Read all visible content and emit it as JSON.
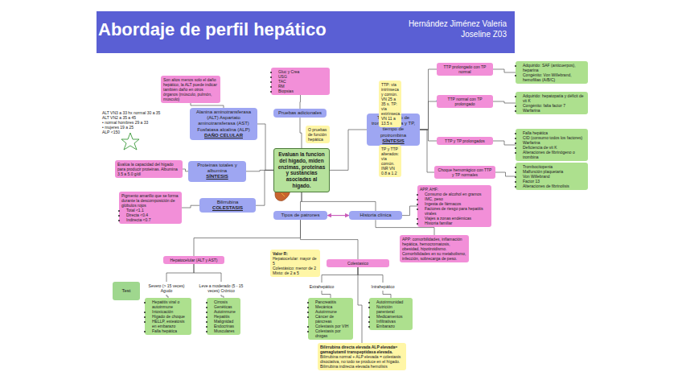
{
  "diagram": {
    "title": "Abordaje de perfil hepático",
    "nodes": [
      {
        "text": [
          "Evaluan la funcion del hígado, miden enzimas, proteinas y sustancias asociadas al higado."
        ]
      },
      {
        "text": [
          "Pruebas adicionales"
        ]
      },
      {
        "text": [
          "Gluc y Crea",
          "USG",
          "TAC",
          "RM",
          "Biopsias"
        ]
      },
      {
        "text": [
          "O pruebas de función hepática"
        ]
      },
      {
        "text": [
          "Alanina aminotransferasa (ALT) Aspartato aminotransferasa (AST) Fosfatasa alcalina (ALP)",
          "DAÑO CELULAR"
        ]
      },
      {
        "text": [
          "Son altos menos solo el daño hepático, la ALT puede indicar también daño en otros órganos (músculo, pulmón, músculo)"
        ]
      },
      {
        "text": [
          "Proteinas totales y albumina",
          "SÍNTESIS"
        ]
      },
      {
        "text": [
          "Evalúa la capacidad del hígado para producir proteinas. Albumina 3.5 a 5.0 g/dl"
        ]
      },
      {
        "text": [
          "Bilirrubina",
          "COLESTASIS"
        ]
      },
      {
        "text": [
          "Pigmento amarillo que se forma durante la descomposición de glóbulos rojos",
          "Total <1.1",
          "Directa <0.4",
          "Indirecta <0.7"
        ]
      },
      {
        "text": [
          "Tipos de patrones"
        ]
      },
      {
        "text": [
          "TTP, tiempo de tromboplastina y TP, tiempo de protrombina",
          "SÍNTESIS"
        ]
      },
      {
        "text": [
          "TTP: vía intrínseca y común. VN 25 a 35 s. TP: vía extrínseca. VN 11 a 13.5 s"
        ]
      },
      {
        "text": [
          "TTP prolongado con TP normal"
        ]
      },
      {
        "text": [
          "Adquirido: SAF (anticuerpos), heparina",
          "Congénito: Von Willebrand, hemofilias (A/B/C)"
        ]
      },
      {
        "text": [
          "TTP normal con TP prolongado"
        ]
      },
      {
        "text": [
          "Adquirido: hepatopatía y déficit de vit K",
          "Congénito: falta factor 7",
          "Warfarina"
        ]
      },
      {
        "text": [
          "TP y TTP alterados: vía común. INR VN 0.8 a 1.2"
        ]
      },
      {
        "text": [
          "TTP y TP prolongados"
        ]
      },
      {
        "text": [
          "Falla hepática",
          "CID (consumo todos los factores)",
          "Warfarina",
          "Deficiencia de vit K",
          "Alteraciones de fibrinógeno o trombina"
        ]
      },
      {
        "text": [
          "Choque hemorrágico con TTP y TP normales"
        ]
      },
      {
        "text": [
          "Trombocitopenia",
          "Malfunción plaquetaria",
          "Von Willebrand",
          "Factor 13",
          "Alteraciones de fibrinolisis"
        ]
      },
      {
        "text": [
          "Historia clínica"
        ]
      },
      {
        "text": [
          "APP, AHF:",
          "Consumo de alcohol en gramos",
          "IMC, peso",
          "Ingesta de fármacos",
          "Factores de riesgo para hepatitis virales",
          "Viajes a zonas endémicas",
          "Historia familiar"
        ]
      },
      {
        "text": [
          "APP: comorbilidades, inflamación hepática, hemocromatosis, obesidad, hipotiroidismo. Comorbilidades en su metabolismo, infección, sobrecarga de peso."
        ]
      },
      {
        "text": [
          "Valor R:",
          "Hepatocelular: mayor de 5",
          "Colestásico: menor de 2",
          "Mixto: de 2 a 5"
        ]
      },
      {
        "text": [
          "Hepatocelular (ALT y AST)"
        ]
      },
      {
        "text": [
          "Colestasico"
        ]
      },
      {
        "text": [
          "Test"
        ]
      },
      {
        "text": [
          "Severo (> 15 veces) Agudo"
        ]
      },
      {
        "text": [
          "Leve a moderado (5 - 15 veces) Crónico"
        ]
      },
      {
        "text": [
          "Hepatitis viral o autoinmune",
          "Intoxicación",
          "Hígado de choque",
          "HELLP, esteatosis en embarazo",
          "Falla hepática"
        ]
      },
      {
        "text": [
          "Cirrosis",
          "Genéticas",
          "Autoinmune",
          "Hepatitis",
          "Malignidad",
          "Endocrinas",
          "Musculares"
        ]
      },
      {
        "text": [
          "Extrahepático"
        ]
      },
      {
        "text": [
          "Intrahepático"
        ]
      },
      {
        "text": [
          "Pancreatitis",
          "Mecánica",
          "Autoinmune",
          "Cáncer de páncreas",
          "Colestasis por VIH",
          "Colestasis por drogas"
        ]
      },
      {
        "text": [
          "Autoinmunidad",
          "Nutrición parenteral",
          "Medicamentos",
          "Infiltrativas",
          "Embarazo"
        ]
      },
      {
        "text": [
          "Bilirrubina directa elevada ALP elevada= gamaglutamil transpeptidasa elevada.",
          "Bilirrubina normal + ALP elevada = colestasis disociativa, no todo se produce en el hígado.",
          "Bilirrubina indirecta elevada hemolisis"
        ]
      }
    ],
    "edges": [
      {
        "from": 0,
        "to": 1,
        "arrow": "none"
      },
      {
        "from": 1,
        "to": 2,
        "arrow": "none"
      },
      {
        "from": 0,
        "to": 4,
        "arrow": "none"
      },
      {
        "from": 4,
        "to": 5,
        "arrow": "none"
      },
      {
        "from": 0,
        "to": 6,
        "arrow": "none"
      },
      {
        "from": 6,
        "to": 7,
        "arrow": "none"
      },
      {
        "from": 0,
        "to": 8,
        "arrow": "none"
      },
      {
        "from": 8,
        "to": 9,
        "arrow": "none"
      },
      {
        "from": 0,
        "to": 10,
        "arrow": "none"
      },
      {
        "from": 0,
        "to": 11,
        "arrow": "none"
      },
      {
        "from": 11,
        "to": 13,
        "arrow": "none"
      },
      {
        "from": 13,
        "to": 14,
        "arrow": "none"
      },
      {
        "from": 11,
        "to": 15,
        "arrow": "none"
      },
      {
        "from": 15,
        "to": 16,
        "arrow": "none"
      },
      {
        "from": 11,
        "to": 18,
        "arrow": "none"
      },
      {
        "from": 18,
        "to": 19,
        "arrow": "none"
      },
      {
        "from": 11,
        "to": 20,
        "arrow": "none"
      },
      {
        "from": 20,
        "to": 21,
        "arrow": "none"
      },
      {
        "from": 0,
        "to": 22,
        "arrow": "none"
      },
      {
        "from": 22,
        "to": 23,
        "arrow": "none"
      },
      {
        "from": 22,
        "to": 24,
        "arrow": "none"
      },
      {
        "from": 10,
        "to": 22,
        "arrow": "both"
      },
      {
        "from": 10,
        "to": 26,
        "arrow": "none"
      },
      {
        "from": 10,
        "to": 27,
        "arrow": "none"
      },
      {
        "from": 26,
        "to": 29,
        "arrow": "none"
      },
      {
        "from": 26,
        "to": 30,
        "arrow": "none"
      },
      {
        "from": 29,
        "to": 31,
        "arrow": "none"
      },
      {
        "from": 30,
        "to": 32,
        "arrow": "none"
      },
      {
        "from": 27,
        "to": 33,
        "arrow": "none"
      },
      {
        "from": 27,
        "to": 34,
        "arrow": "none"
      },
      {
        "from": 33,
        "to": 35,
        "arrow": "none"
      },
      {
        "from": 34,
        "to": 36,
        "arrow": "none"
      },
      {
        "from": 27,
        "to": 37,
        "arrow": "none"
      }
    ],
    "labels": [
      "Hernández Jiménez Valeria",
      "Joseline Z03",
      "ALT VN3 a 33 hx normal 30 a 35",
      "ALT VN2 a 35 a 45",
      "• normal hombres 29 a 33",
      "• mujeres 19 a 25",
      "ALP <150"
    ]
  }
}
